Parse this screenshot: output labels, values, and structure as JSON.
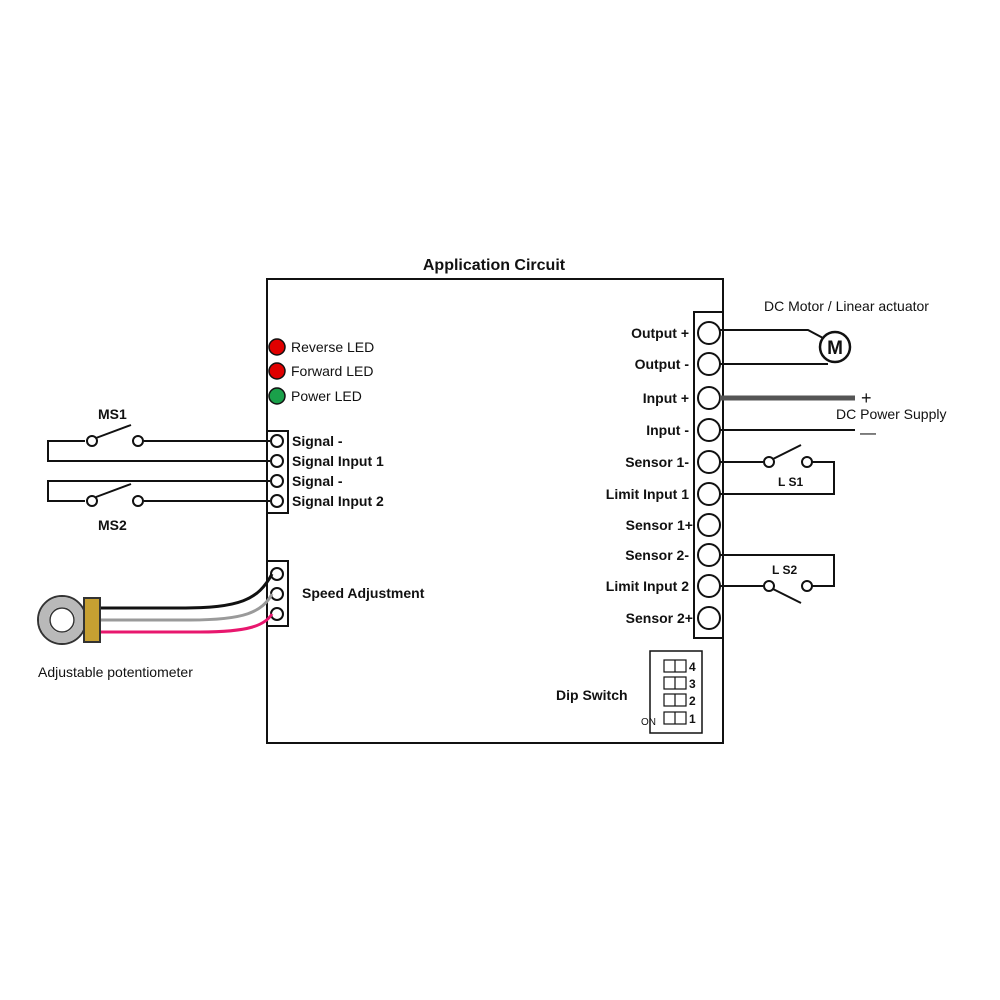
{
  "title": "Application Circuit",
  "leds": [
    {
      "label": "Reverse LED",
      "color": "#e00000"
    },
    {
      "label": "Forward LED",
      "color": "#e00000"
    },
    {
      "label": "Power LED",
      "color": "#1aa04a"
    }
  ],
  "signal_terminals": [
    "Signal -",
    "Signal Input 1",
    "Signal -",
    "Signal Input 2"
  ],
  "switches": {
    "ms1": "MS1",
    "ms2": "MS2",
    "ls1": "L S1",
    "ls2": "L S2"
  },
  "speed": {
    "label": "Speed Adjustment",
    "potentiometer": "Adjustable potentiometer"
  },
  "right_terminals": [
    "Output +",
    "Output -",
    "Input +",
    "Input -",
    "Sensor 1-",
    "Limit Input 1",
    "Sensor 1+",
    "Sensor 2-",
    "Limit Input 2",
    "Sensor 2+"
  ],
  "motor": {
    "label": "DC Motor / Linear actuator",
    "symbol": "M"
  },
  "power": {
    "label": "DC Power Supply",
    "plus": "+",
    "minus": "—"
  },
  "dip": {
    "label": "Dip Switch",
    "numbers": [
      "4",
      "3",
      "2",
      "1"
    ],
    "on": "ON"
  },
  "colors": {
    "wire_pink": "#e8176e",
    "wire_gray": "#9a9a9a",
    "pot_brass": "#c7a032",
    "pot_ring": "#b9b9b9",
    "supply_wire": "#555555"
  }
}
